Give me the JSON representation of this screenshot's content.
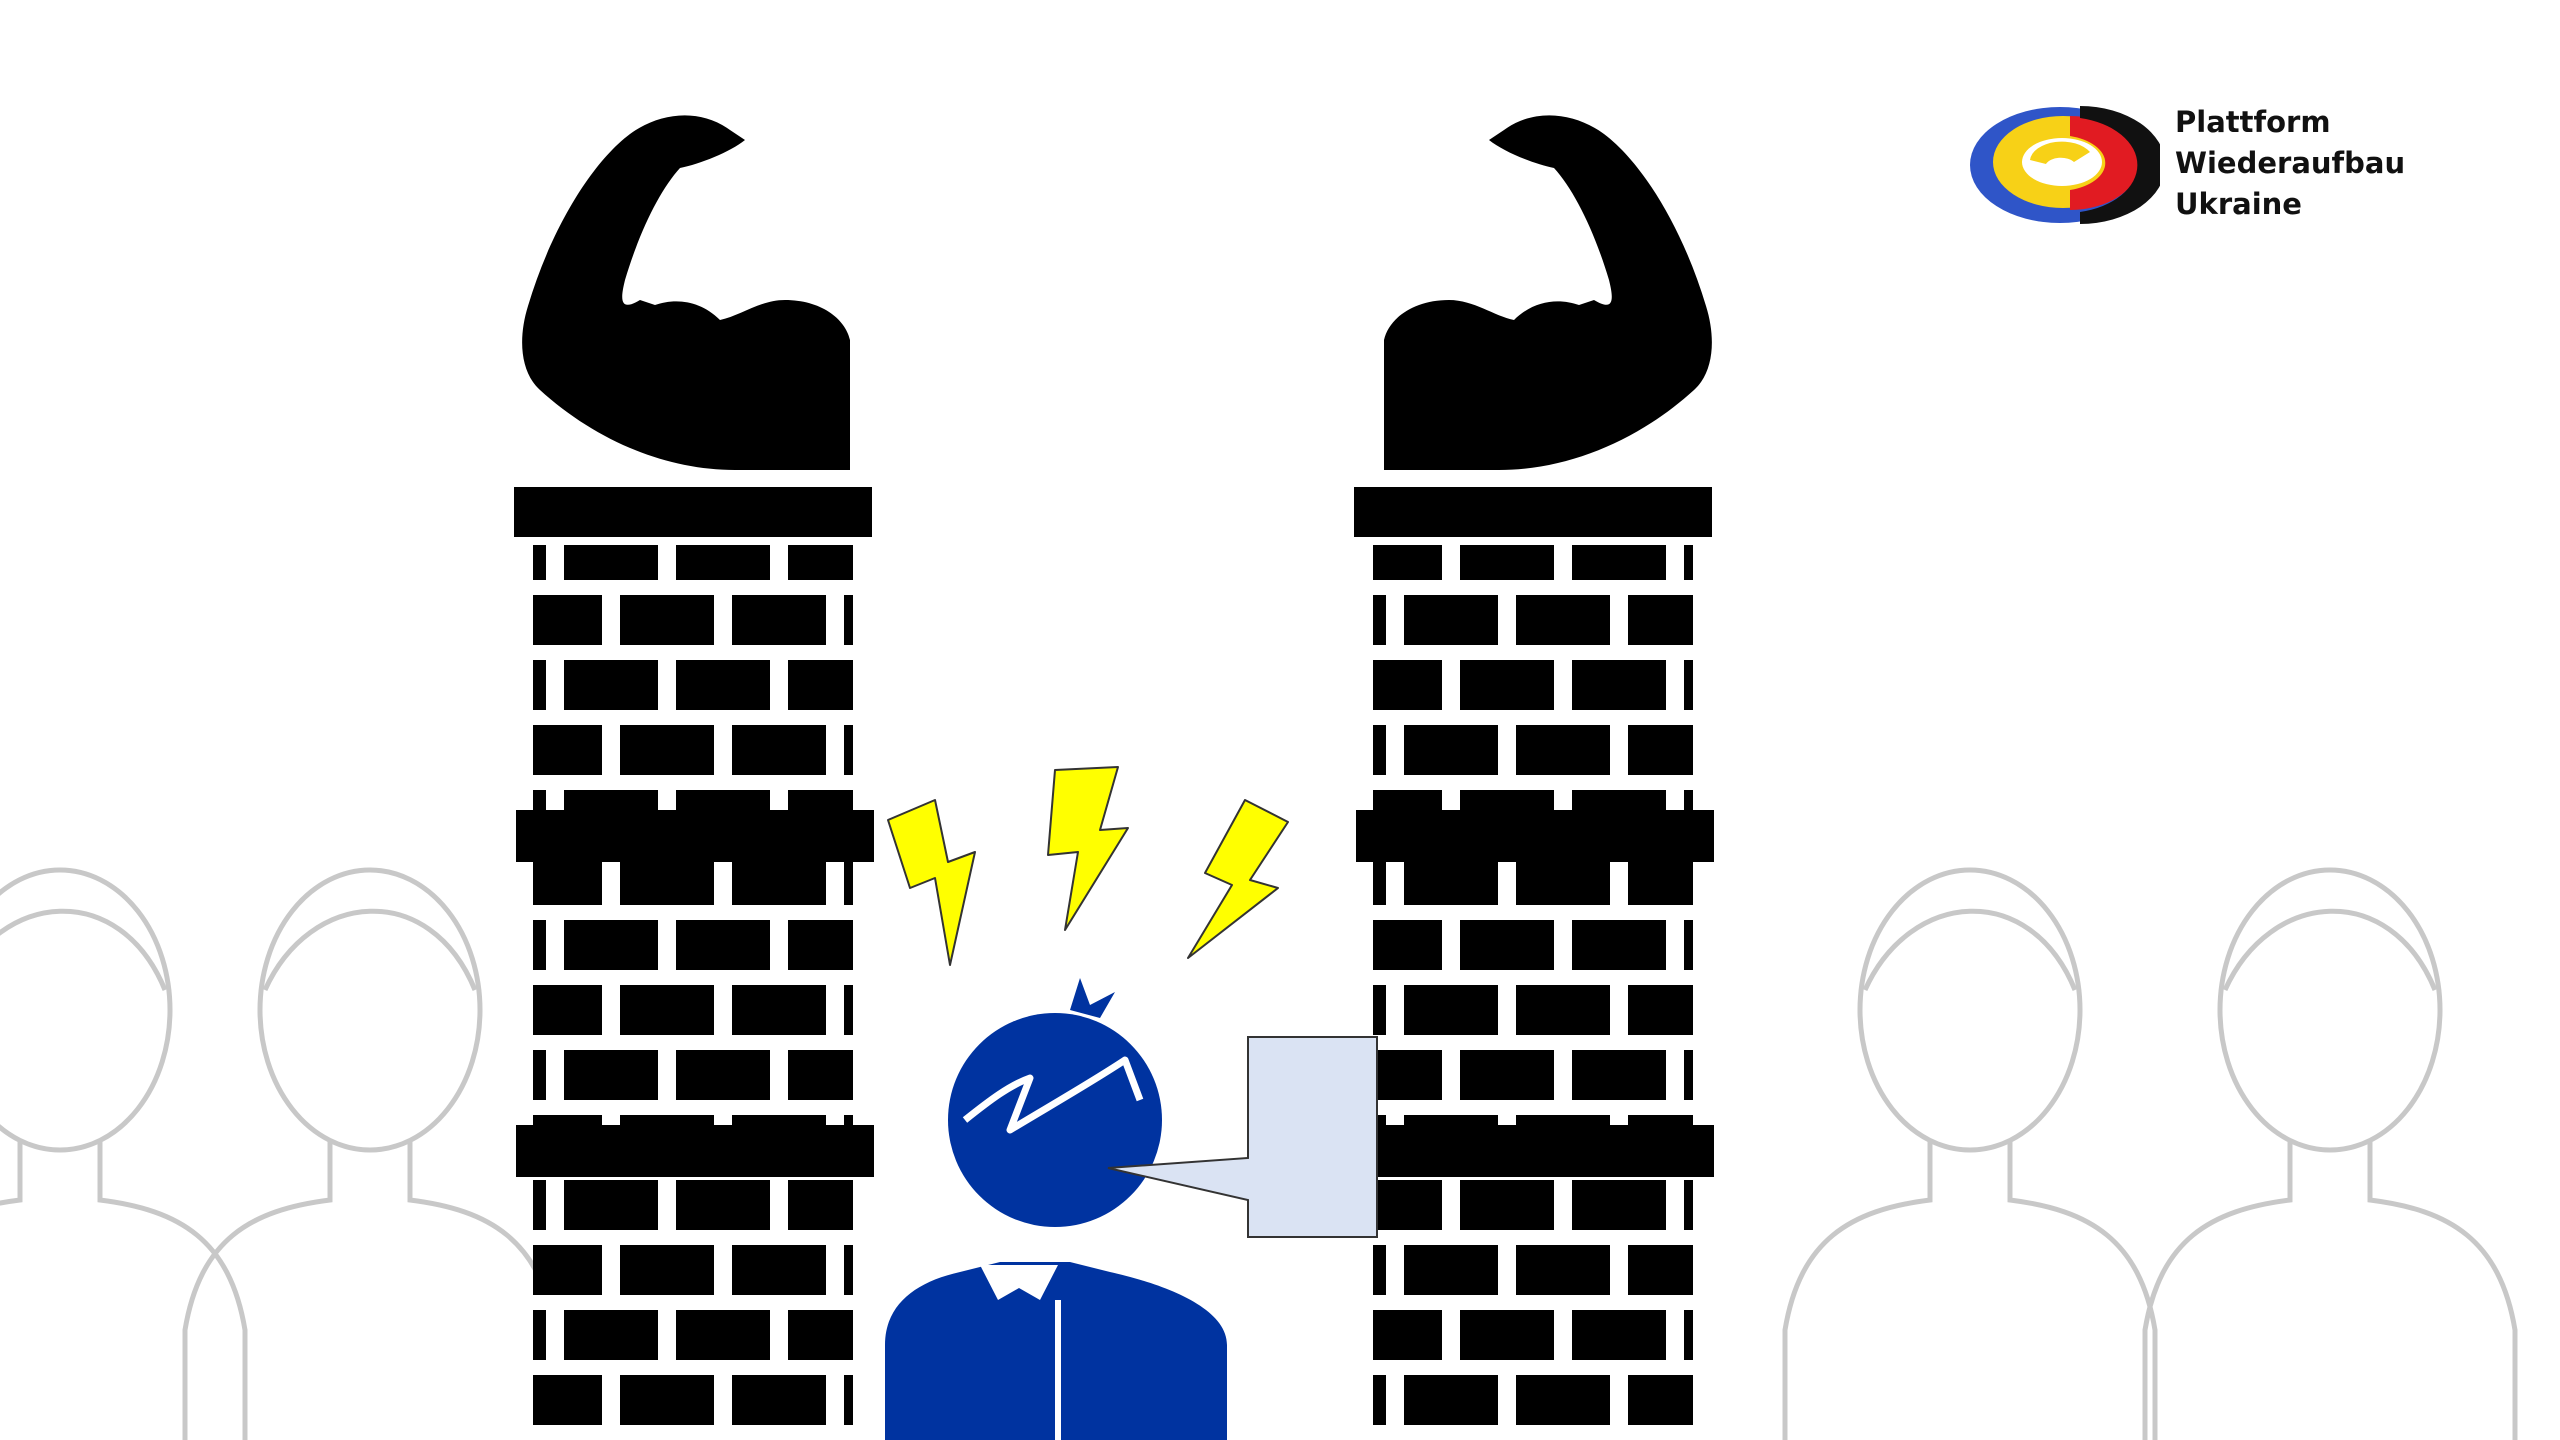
{
  "logo": {
    "lines": [
      "Plattform",
      "Wiederaufbau",
      "Ukraine"
    ],
    "colors": {
      "blue": "#2f55c8",
      "yellow": "#f7d117",
      "red": "#e11b22",
      "black": "#111111"
    }
  },
  "illustration": {
    "icons": [
      "flexed-arm-icon",
      "flexed-arm-icon",
      "brick-pillar-icon",
      "brick-pillar-icon",
      "lightning-bolt-icon",
      "lightning-bolt-icon",
      "lightning-bolt-icon",
      "person-icon",
      "speech-bubble-icon",
      "crowd-person-outline-icon"
    ],
    "colors": {
      "ink": "#000000",
      "person_blue": "#0033a0",
      "bolt_yellow": "#ffff00",
      "bubble_fill": "#dae3f3",
      "crowd_outline": "#c8c8c8"
    }
  }
}
